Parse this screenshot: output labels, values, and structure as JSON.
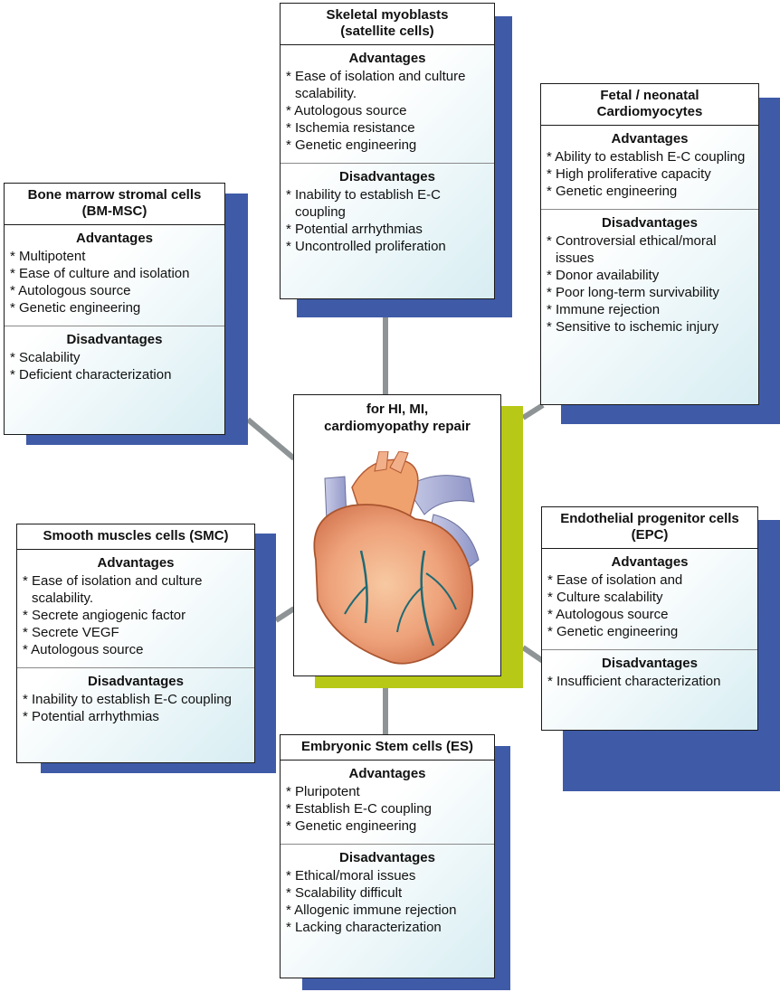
{
  "center": {
    "title_line1": "for HI, MI,",
    "title_line2": "cardiomyopathy repair"
  },
  "skeletal": {
    "title_line1": "Skeletal myoblasts",
    "title_line2": "(satellite cells)",
    "adv_heading": "Advantages",
    "advantages": [
      "* Ease of isolation and culture scalability.",
      "* Autologous source",
      "* Ischemia resistance",
      "* Genetic engineering"
    ],
    "disadv_heading": "Disadvantages",
    "disadvantages": [
      "* Inability to establish E-C coupling",
      "* Potential arrhythmias",
      "* Uncontrolled proliferation"
    ]
  },
  "fetal": {
    "title_line1": "Fetal / neonatal",
    "title_line2": "Cardiomyocytes",
    "adv_heading": "Advantages",
    "advantages": [
      "* Ability to establish E-C coupling",
      "* High proliferative capacity",
      "* Genetic engineering"
    ],
    "disadv_heading": "Disadvantages",
    "disadvantages": [
      "* Controversial ethical/moral issues",
      "* Donor availability",
      "* Poor long-term survivability",
      "* Immune rejection",
      "* Sensitive to ischemic injury"
    ]
  },
  "bone": {
    "title_line1": "Bone marrow stromal cells",
    "title_line2": "(BM-MSC)",
    "adv_heading": "Advantages",
    "advantages": [
      "* Multipotent",
      "* Ease of culture and isolation",
      "* Autologous source",
      "* Genetic engineering"
    ],
    "disadv_heading": "Disadvantages",
    "disadvantages": [
      "* Scalability",
      "* Deficient characterization"
    ]
  },
  "smc": {
    "title_line1": "Smooth muscles cells (SMC)",
    "adv_heading": "Advantages",
    "advantages": [
      "* Ease of isolation and culture scalability.",
      "* Secrete angiogenic factor",
      "* Secrete VEGF",
      "* Autologous source"
    ],
    "disadv_heading": "Disadvantages",
    "disadvantages": [
      "* Inability to establish E-C coupling",
      "* Potential arrhythmias"
    ]
  },
  "epc": {
    "title_line1": "Endothelial progenitor cells",
    "title_line2": "(EPC)",
    "adv_heading": "Advantages",
    "advantages": [
      "* Ease of isolation and",
      "* Culture scalability",
      "* Autologous source",
      "* Genetic engineering"
    ],
    "disadv_heading": "Disadvantages",
    "disadvantages": [
      "* Insufficient characterization"
    ]
  },
  "es": {
    "title_line1": "Embryonic Stem cells (ES)",
    "adv_heading": "Advantages",
    "advantages": [
      "* Pluripotent",
      "* Establish E-C coupling",
      "* Genetic engineering"
    ],
    "disadv_heading": "Disadvantages",
    "disadvantages": [
      "* Ethical/moral issues",
      "* Scalability difficult",
      "* Allogenic immune rejection",
      "* Lacking characterization"
    ]
  },
  "colors": {
    "box_shadow": "#3f5ba8",
    "center_shadow": "#b7c816",
    "connector": "#8e9495",
    "box_tint": "#d7edf2"
  }
}
